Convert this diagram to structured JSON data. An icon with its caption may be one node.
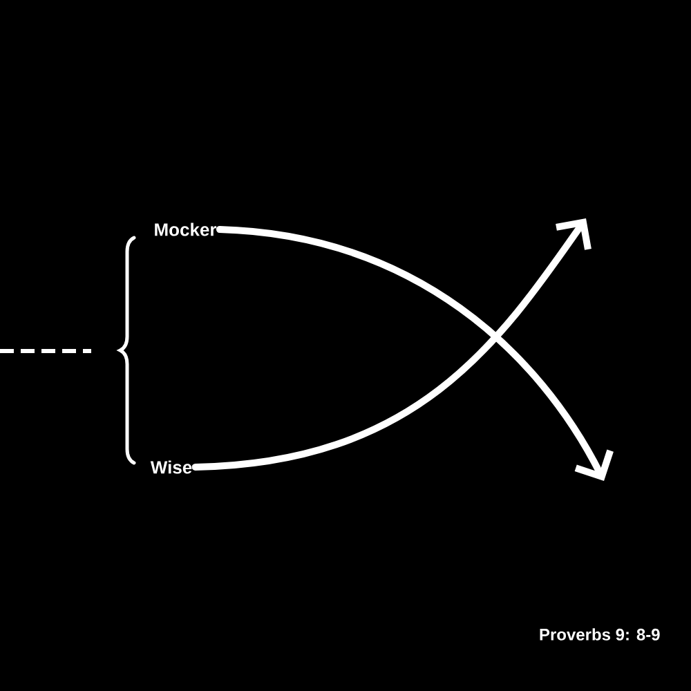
{
  "diagram": {
    "nodes": [
      {
        "text": [
          "Mocker"
        ]
      },
      {
        "text": [
          "Wise"
        ]
      }
    ],
    "edges": [
      {
        "from": 0,
        "to": null,
        "arrow": "to"
      },
      {
        "from": 1,
        "to": null,
        "arrow": "to"
      }
    ],
    "labels": [
      "Proverbs 9: 8-9"
    ]
  }
}
